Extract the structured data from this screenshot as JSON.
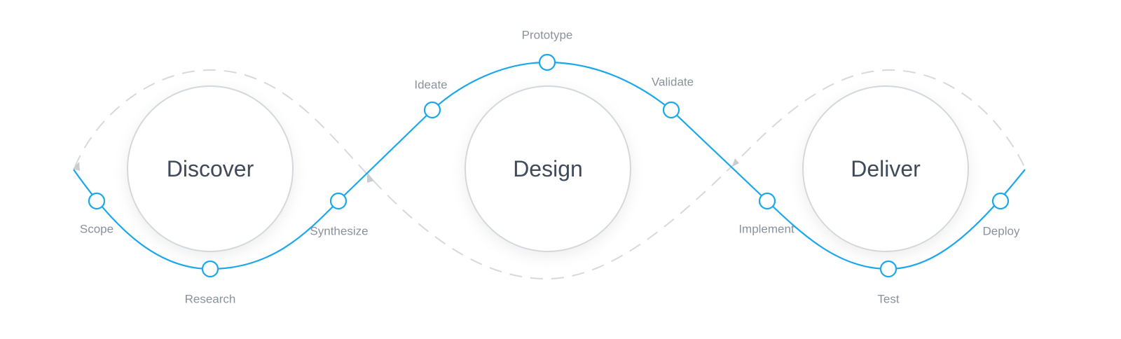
{
  "phases": [
    {
      "id": "discover",
      "title": "Discover"
    },
    {
      "id": "design",
      "title": "Design"
    },
    {
      "id": "deliver",
      "title": "Deliver"
    }
  ],
  "steps": [
    {
      "id": "scope",
      "label": "Scope"
    },
    {
      "id": "research",
      "label": "Research"
    },
    {
      "id": "synthesize",
      "label": "Synthesize"
    },
    {
      "id": "ideate",
      "label": "Ideate"
    },
    {
      "id": "prototype",
      "label": "Prototype"
    },
    {
      "id": "validate",
      "label": "Validate"
    },
    {
      "id": "implement",
      "label": "Implement"
    },
    {
      "id": "test",
      "label": "Test"
    },
    {
      "id": "deploy",
      "label": "Deploy"
    }
  ],
  "colors": {
    "flow": "#1aa7ec",
    "return_path": "#d6d9dd",
    "phase_border": "#d3d8dd",
    "title_text": "#3f4a5a",
    "label_text": "#8a929d"
  }
}
